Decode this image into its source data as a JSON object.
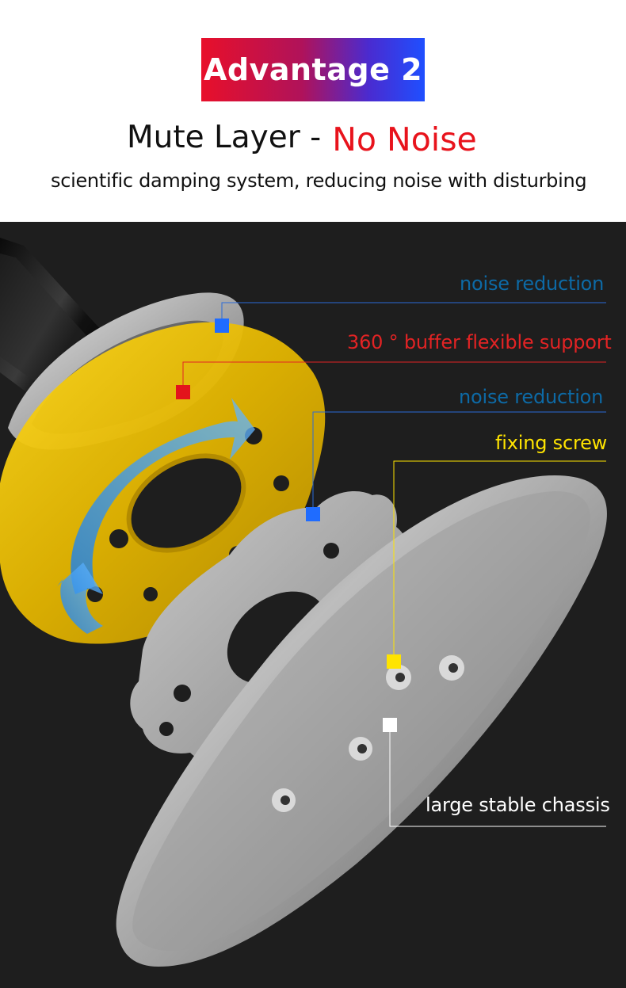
{
  "header": {
    "badge": "Advantage 2",
    "title_left": "Mute Layer -",
    "title_right": "No Noise",
    "subtitle": "scientific damping system, reducing noise with disturbing"
  },
  "labels": {
    "noise_reduction_top": "noise reduction",
    "buffer_support": "360 ° buffer flexible support",
    "noise_reduction_mid": "noise reduction",
    "fixing_screw": "fixing screw",
    "chassis": "large stable chassis"
  },
  "colors": {
    "badge_start": "#e8102a",
    "badge_end": "#1f4fff",
    "accent_red": "#e8131c",
    "label_blue": "#0d6aa6",
    "label_yellow": "#ffe400",
    "buffer_yellow": "#f2c400",
    "background": "#1e1e1e"
  }
}
